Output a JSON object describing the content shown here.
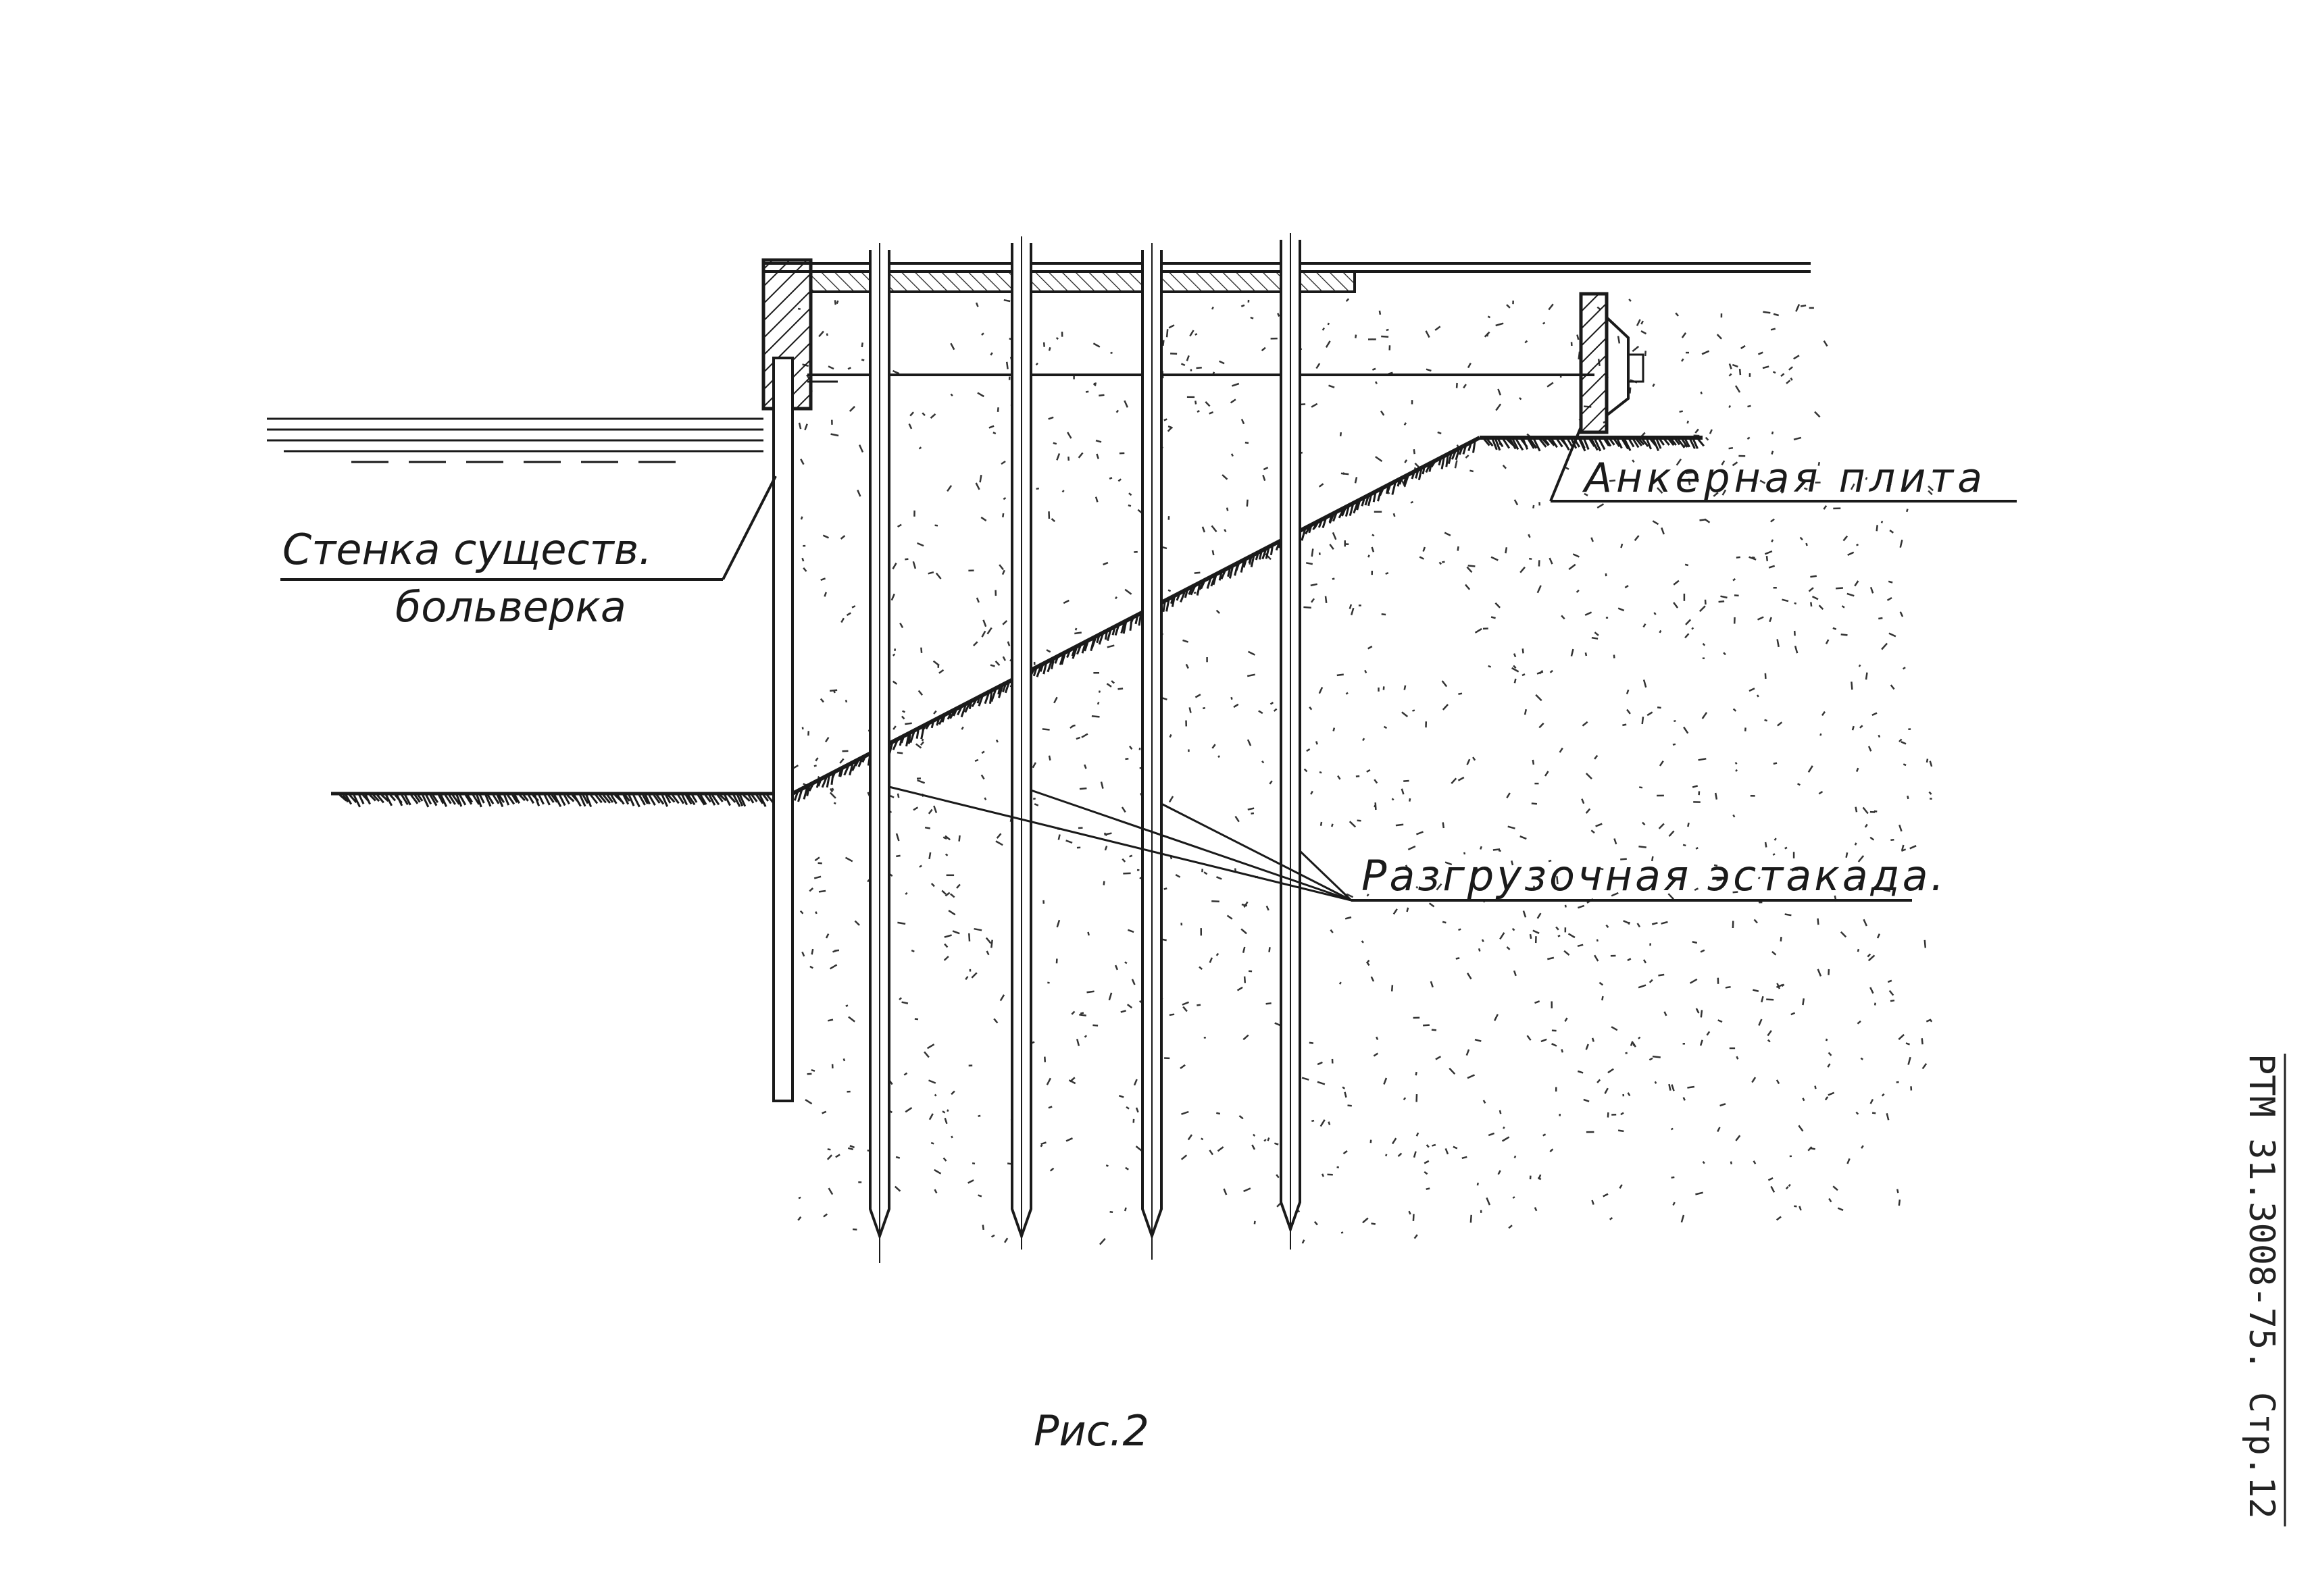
{
  "labels": {
    "wall": "Стенка существ.",
    "bulkhead": "больверка",
    "anchor_plate": "Анкерная плита",
    "overpass": "Разгрузочная эстакада.",
    "caption": "Рис.2"
  },
  "stamp": "РТМ 31.3008-75. Стр.12",
  "colors": {
    "ink": "#1a1a1a",
    "paper": "#ffffff"
  }
}
